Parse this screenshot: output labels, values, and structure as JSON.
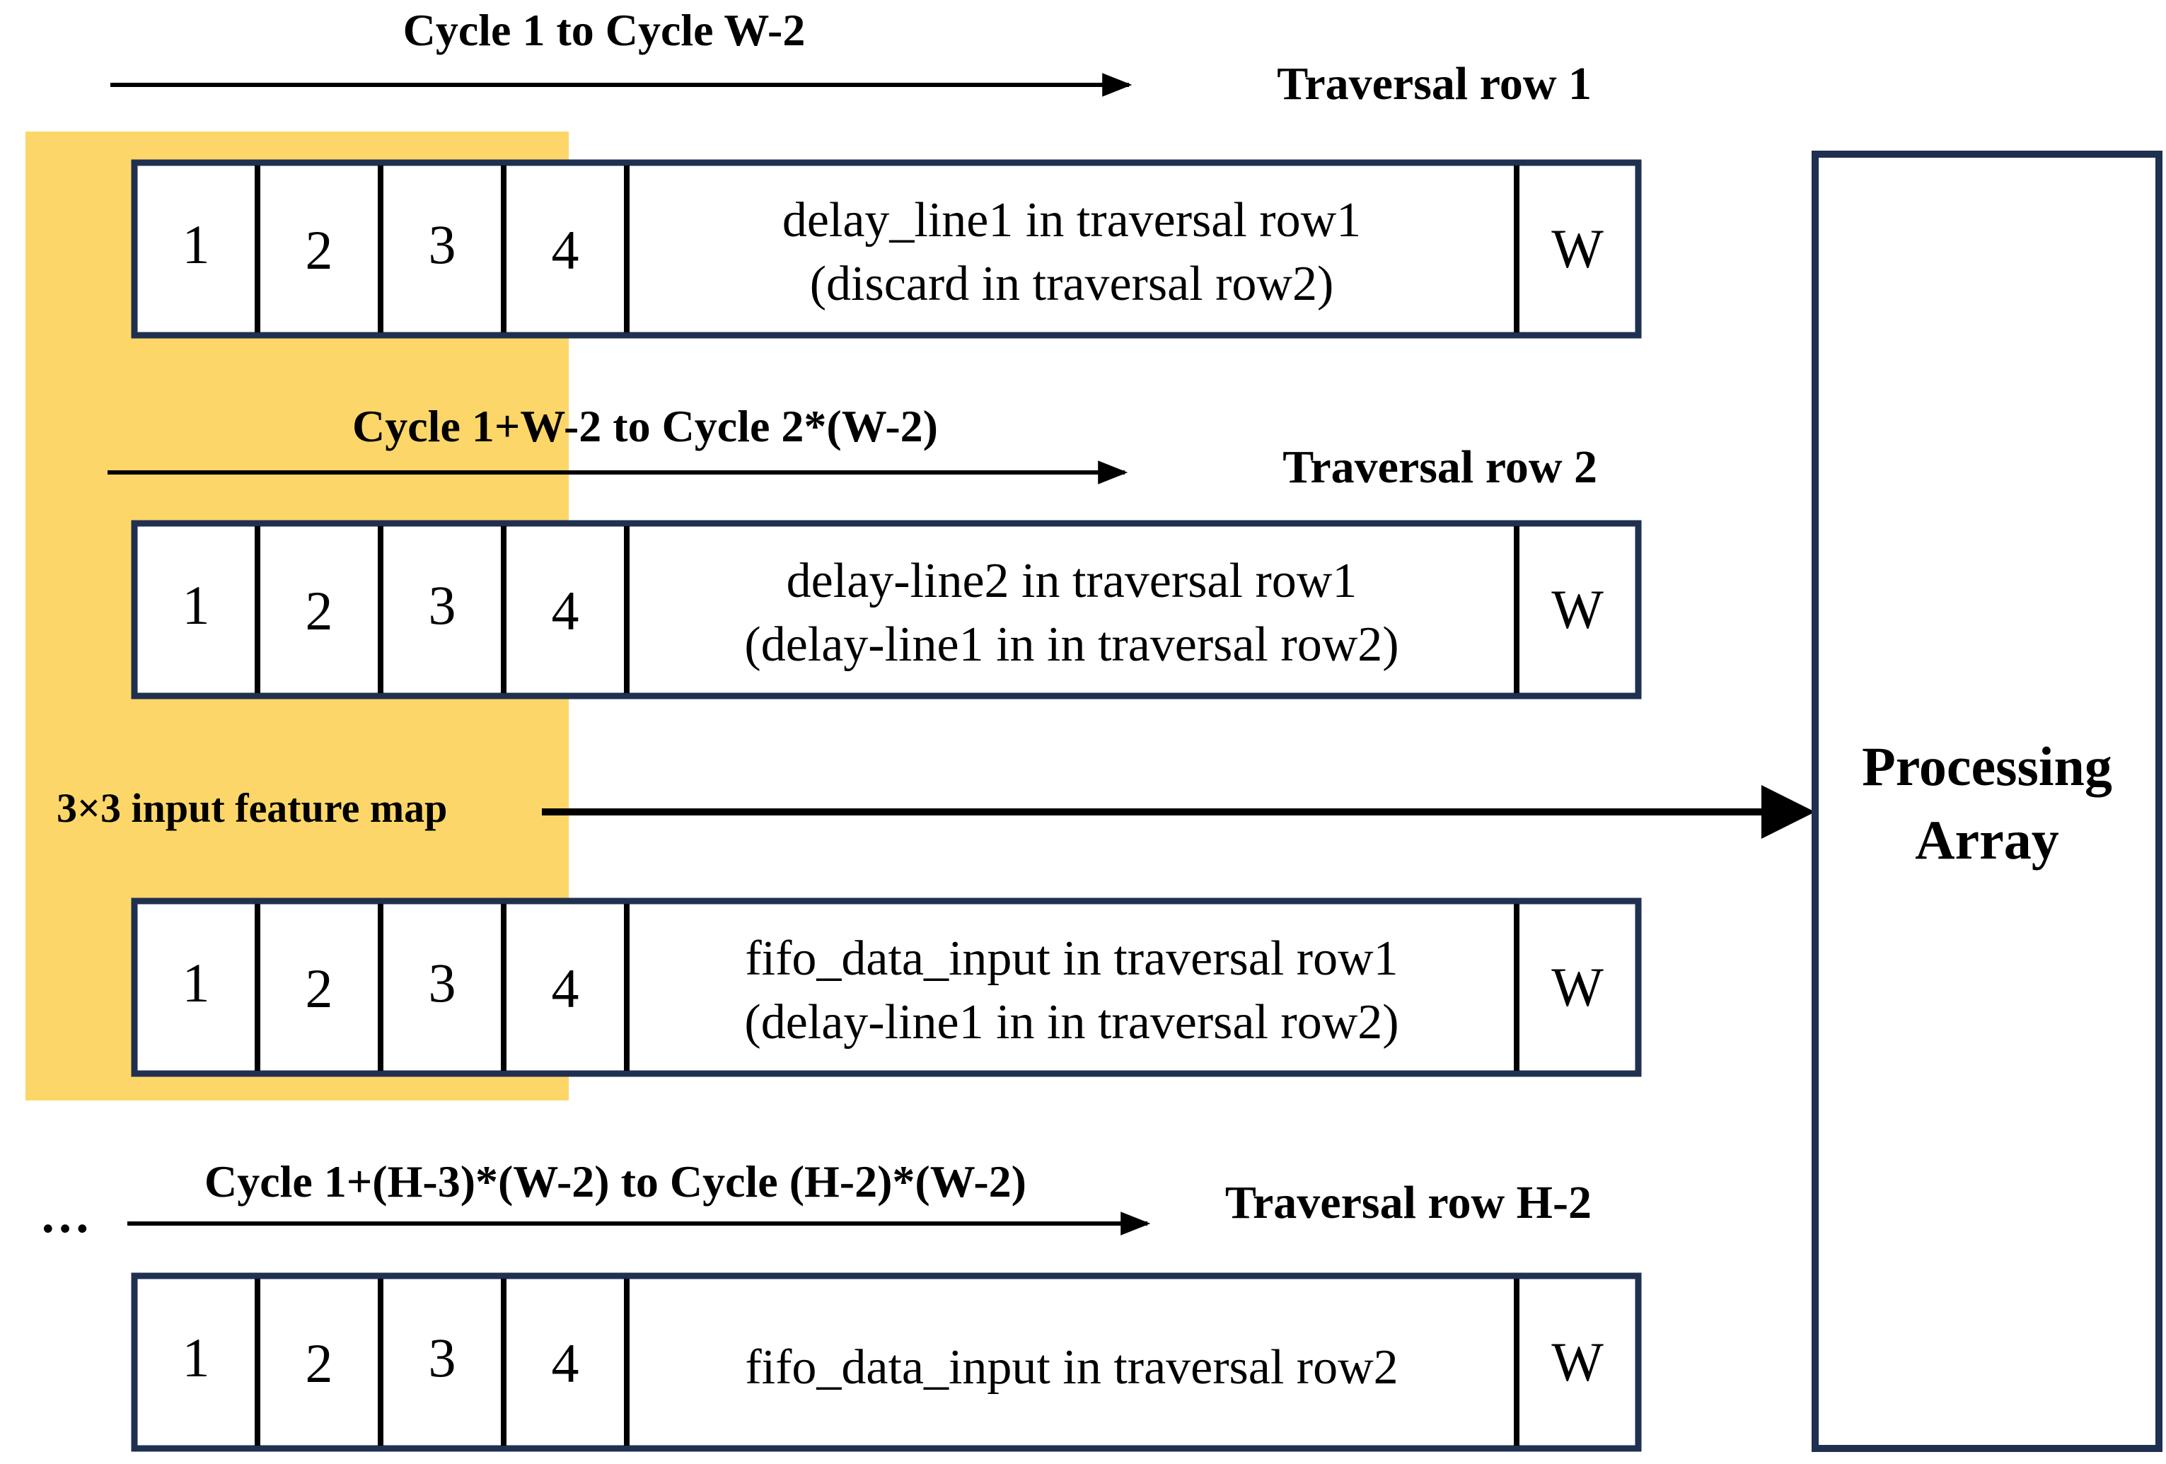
{
  "title": "",
  "colors": {
    "highlight": "#FCD668",
    "border": "#1F3050",
    "divider": "#000000",
    "text": "#000000"
  },
  "ellipsis": "…",
  "rows": [
    {
      "cycle_label": "Cycle 1 to Cycle W-2",
      "traversal_label": "Traversal row 1",
      "cells": [
        "1",
        "2",
        "3",
        "4"
      ],
      "desc": [
        "delay_line1 in traversal row1",
        "(discard in traversal row2)"
      ],
      "last": "W"
    },
    {
      "cycle_label": "Cycle 1+W-2 to Cycle 2*(W-2)",
      "traversal_label": "Traversal row 2",
      "cells": [
        "1",
        "2",
        "3",
        "4"
      ],
      "desc": [
        "delay-line2 in traversal row1",
        "(delay-line1  in in traversal row2)"
      ],
      "last": "W"
    },
    {
      "cycle_label": "",
      "traversal_label": "",
      "cells": [
        "1",
        "2",
        "3",
        "4"
      ],
      "desc": [
        "fifo_data_input in traversal row1",
        "(delay-line1  in in traversal row2)"
      ],
      "last": "W"
    },
    {
      "cycle_label": "Cycle 1+(H-3)*(W-2) to Cycle (H-2)*(W-2)",
      "traversal_label": "Traversal row H-2",
      "cells": [
        "1",
        "2",
        "3",
        "4"
      ],
      "desc": [
        "fifo_data_input in traversal row2"
      ],
      "last": "W"
    }
  ],
  "feature_map_label": "3×3 input feature map",
  "processing_array": [
    "Processing",
    "Array"
  ]
}
